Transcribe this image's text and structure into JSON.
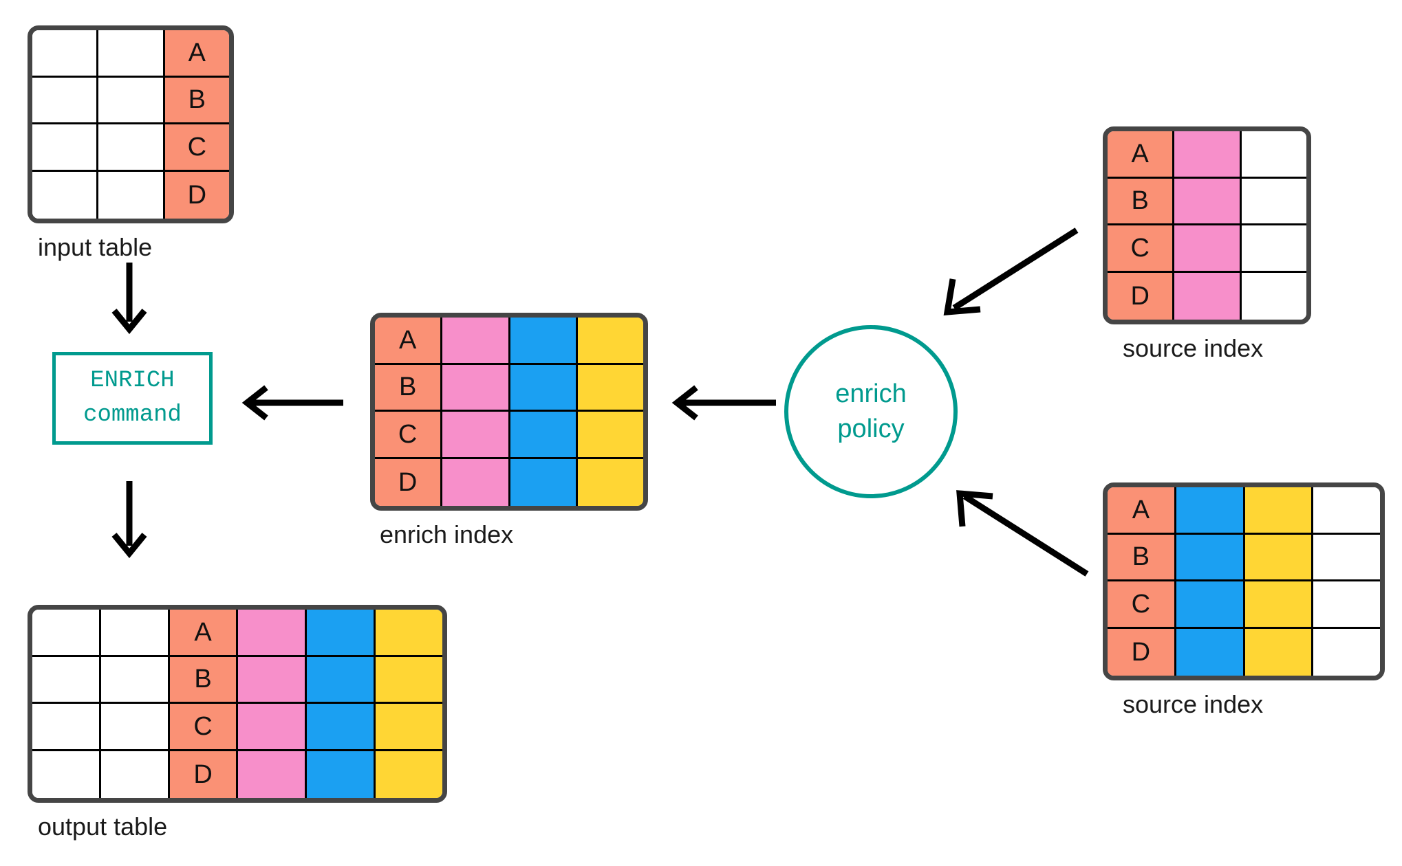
{
  "colors": {
    "salmon": "#fa9175",
    "pink": "#f78fca",
    "blue": "#1ba0f2",
    "yellow": "#ffd634",
    "white": "#ffffff",
    "table_border": "#454545",
    "cell_border": "#000000",
    "accent_teal": "#009a8e",
    "arrow_black": "#000000"
  },
  "input_table": {
    "caption": "input table",
    "columns": 3,
    "rows": [
      [
        {
          "color": "white",
          "text": ""
        },
        {
          "color": "white",
          "text": ""
        },
        {
          "color": "salmon",
          "text": "A"
        }
      ],
      [
        {
          "color": "white",
          "text": ""
        },
        {
          "color": "white",
          "text": ""
        },
        {
          "color": "salmon",
          "text": "B"
        }
      ],
      [
        {
          "color": "white",
          "text": ""
        },
        {
          "color": "white",
          "text": ""
        },
        {
          "color": "salmon",
          "text": "C"
        }
      ],
      [
        {
          "color": "white",
          "text": ""
        },
        {
          "color": "white",
          "text": ""
        },
        {
          "color": "salmon",
          "text": "D"
        }
      ]
    ]
  },
  "enrich_command": {
    "line1": "ENRICH",
    "line2": "command"
  },
  "enrich_index": {
    "caption": "enrich index",
    "columns": 4,
    "rows": [
      [
        {
          "color": "salmon",
          "text": "A"
        },
        {
          "color": "pink",
          "text": ""
        },
        {
          "color": "blue",
          "text": ""
        },
        {
          "color": "yellow",
          "text": ""
        }
      ],
      [
        {
          "color": "salmon",
          "text": "B"
        },
        {
          "color": "pink",
          "text": ""
        },
        {
          "color": "blue",
          "text": ""
        },
        {
          "color": "yellow",
          "text": ""
        }
      ],
      [
        {
          "color": "salmon",
          "text": "C"
        },
        {
          "color": "pink",
          "text": ""
        },
        {
          "color": "blue",
          "text": ""
        },
        {
          "color": "yellow",
          "text": ""
        }
      ],
      [
        {
          "color": "salmon",
          "text": "D"
        },
        {
          "color": "pink",
          "text": ""
        },
        {
          "color": "blue",
          "text": ""
        },
        {
          "color": "yellow",
          "text": ""
        }
      ]
    ]
  },
  "enrich_policy": {
    "line1": "enrich",
    "line2": "policy"
  },
  "source_index_top": {
    "caption": "source index",
    "columns": 3,
    "rows": [
      [
        {
          "color": "salmon",
          "text": "A"
        },
        {
          "color": "pink",
          "text": ""
        },
        {
          "color": "white",
          "text": ""
        }
      ],
      [
        {
          "color": "salmon",
          "text": "B"
        },
        {
          "color": "pink",
          "text": ""
        },
        {
          "color": "white",
          "text": ""
        }
      ],
      [
        {
          "color": "salmon",
          "text": "C"
        },
        {
          "color": "pink",
          "text": ""
        },
        {
          "color": "white",
          "text": ""
        }
      ],
      [
        {
          "color": "salmon",
          "text": "D"
        },
        {
          "color": "pink",
          "text": ""
        },
        {
          "color": "white",
          "text": ""
        }
      ]
    ]
  },
  "source_index_bottom": {
    "caption": "source index",
    "columns": 4,
    "rows": [
      [
        {
          "color": "salmon",
          "text": "A"
        },
        {
          "color": "blue",
          "text": ""
        },
        {
          "color": "yellow",
          "text": ""
        },
        {
          "color": "white",
          "text": ""
        }
      ],
      [
        {
          "color": "salmon",
          "text": "B"
        },
        {
          "color": "blue",
          "text": ""
        },
        {
          "color": "yellow",
          "text": ""
        },
        {
          "color": "white",
          "text": ""
        }
      ],
      [
        {
          "color": "salmon",
          "text": "C"
        },
        {
          "color": "blue",
          "text": ""
        },
        {
          "color": "yellow",
          "text": ""
        },
        {
          "color": "white",
          "text": ""
        }
      ],
      [
        {
          "color": "salmon",
          "text": "D"
        },
        {
          "color": "blue",
          "text": ""
        },
        {
          "color": "yellow",
          "text": ""
        },
        {
          "color": "white",
          "text": ""
        }
      ]
    ]
  },
  "output_table": {
    "caption": "output table",
    "columns": 6,
    "rows": [
      [
        {
          "color": "white",
          "text": ""
        },
        {
          "color": "white",
          "text": ""
        },
        {
          "color": "salmon",
          "text": "A"
        },
        {
          "color": "pink",
          "text": ""
        },
        {
          "color": "blue",
          "text": ""
        },
        {
          "color": "yellow",
          "text": ""
        }
      ],
      [
        {
          "color": "white",
          "text": ""
        },
        {
          "color": "white",
          "text": ""
        },
        {
          "color": "salmon",
          "text": "B"
        },
        {
          "color": "pink",
          "text": ""
        },
        {
          "color": "blue",
          "text": ""
        },
        {
          "color": "yellow",
          "text": ""
        }
      ],
      [
        {
          "color": "white",
          "text": ""
        },
        {
          "color": "white",
          "text": ""
        },
        {
          "color": "salmon",
          "text": "C"
        },
        {
          "color": "pink",
          "text": ""
        },
        {
          "color": "blue",
          "text": ""
        },
        {
          "color": "yellow",
          "text": ""
        }
      ],
      [
        {
          "color": "white",
          "text": ""
        },
        {
          "color": "white",
          "text": ""
        },
        {
          "color": "salmon",
          "text": "D"
        },
        {
          "color": "pink",
          "text": ""
        },
        {
          "color": "blue",
          "text": ""
        },
        {
          "color": "yellow",
          "text": ""
        }
      ]
    ]
  },
  "arrows": [
    {
      "name": "arrow-input-to-command",
      "direction": "down"
    },
    {
      "name": "arrow-command-to-output",
      "direction": "down"
    },
    {
      "name": "arrow-enrich-index-to-command",
      "direction": "left"
    },
    {
      "name": "arrow-policy-to-enrich-index",
      "direction": "left"
    },
    {
      "name": "arrow-source-top-to-policy",
      "direction": "down-left"
    },
    {
      "name": "arrow-source-bottom-to-policy",
      "direction": "up-left"
    }
  ]
}
